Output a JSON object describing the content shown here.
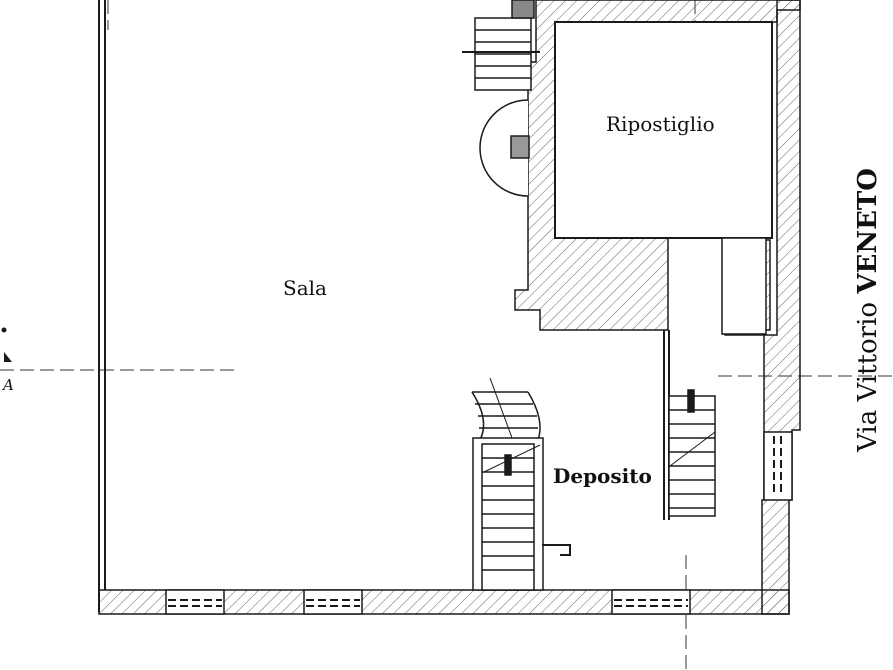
{
  "plan": {
    "rooms": {
      "sala": "Sala",
      "ripostiglio": "Ripostiglio",
      "deposito": "Deposito"
    },
    "street": {
      "prefix": "Via Vittorio",
      "name": "VENETO"
    },
    "section_marker": "A"
  },
  "colors": {
    "line": "#1a1a1a",
    "hatch": "#555555",
    "paper": "#ffffff"
  }
}
